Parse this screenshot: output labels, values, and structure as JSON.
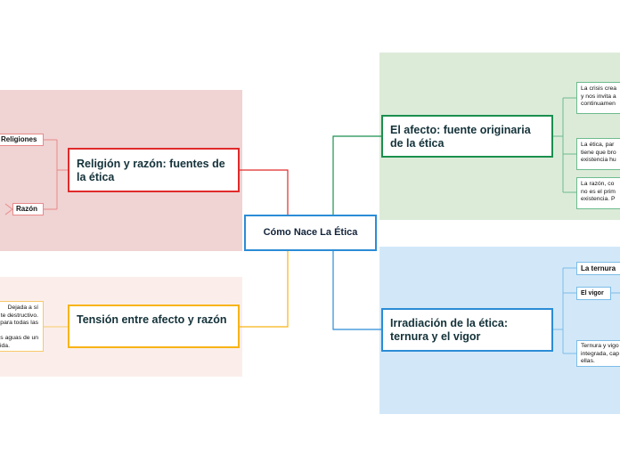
{
  "central": {
    "label": "Cómo Nace La Ética"
  },
  "colors": {
    "central": "#2b8cd6",
    "red": "#e02a2a",
    "red_bg": "#f0d3d3",
    "yellow": "#f7b416",
    "yellow_bg": "#fbeeea",
    "green": "#1b8f4f",
    "green_bg": "#dcebd8",
    "blue": "#2b8cd6",
    "blue_bg": "#d2e8f8"
  },
  "topics": {
    "religion": {
      "label": "Religión y razón: fuentes de la ética",
      "children": [
        "Religiones",
        "Razón"
      ]
    },
    "tension": {
      "label": "Tensión entre afecto y razón",
      "child_lines": [
        "Dejada a sí",
        "te destructivo.",
        "para todas las",
        "",
        "s aguas de un",
        "ida."
      ]
    },
    "afecto": {
      "label": "El afecto: fuente originaria de la ética",
      "children": [
        {
          "lines": [
            "La crisis crea",
            "y nos invita a",
            "continuamen"
          ]
        },
        {
          "lines": [
            "La ética, par",
            "tiene que bro",
            "existencia hu"
          ]
        },
        {
          "lines": [
            "La razón, co",
            "no es el prim",
            "existencia. P"
          ]
        }
      ]
    },
    "irradiacion": {
      "label": "Irradiación de la ética: ternura y el vigor",
      "children": [
        {
          "lines": [
            "La ternura"
          ]
        },
        {
          "lines": [
            "El vigor"
          ]
        },
        {
          "lines": [
            "Ternura y vigo",
            "integrada, cap",
            "ellas."
          ]
        }
      ]
    }
  }
}
